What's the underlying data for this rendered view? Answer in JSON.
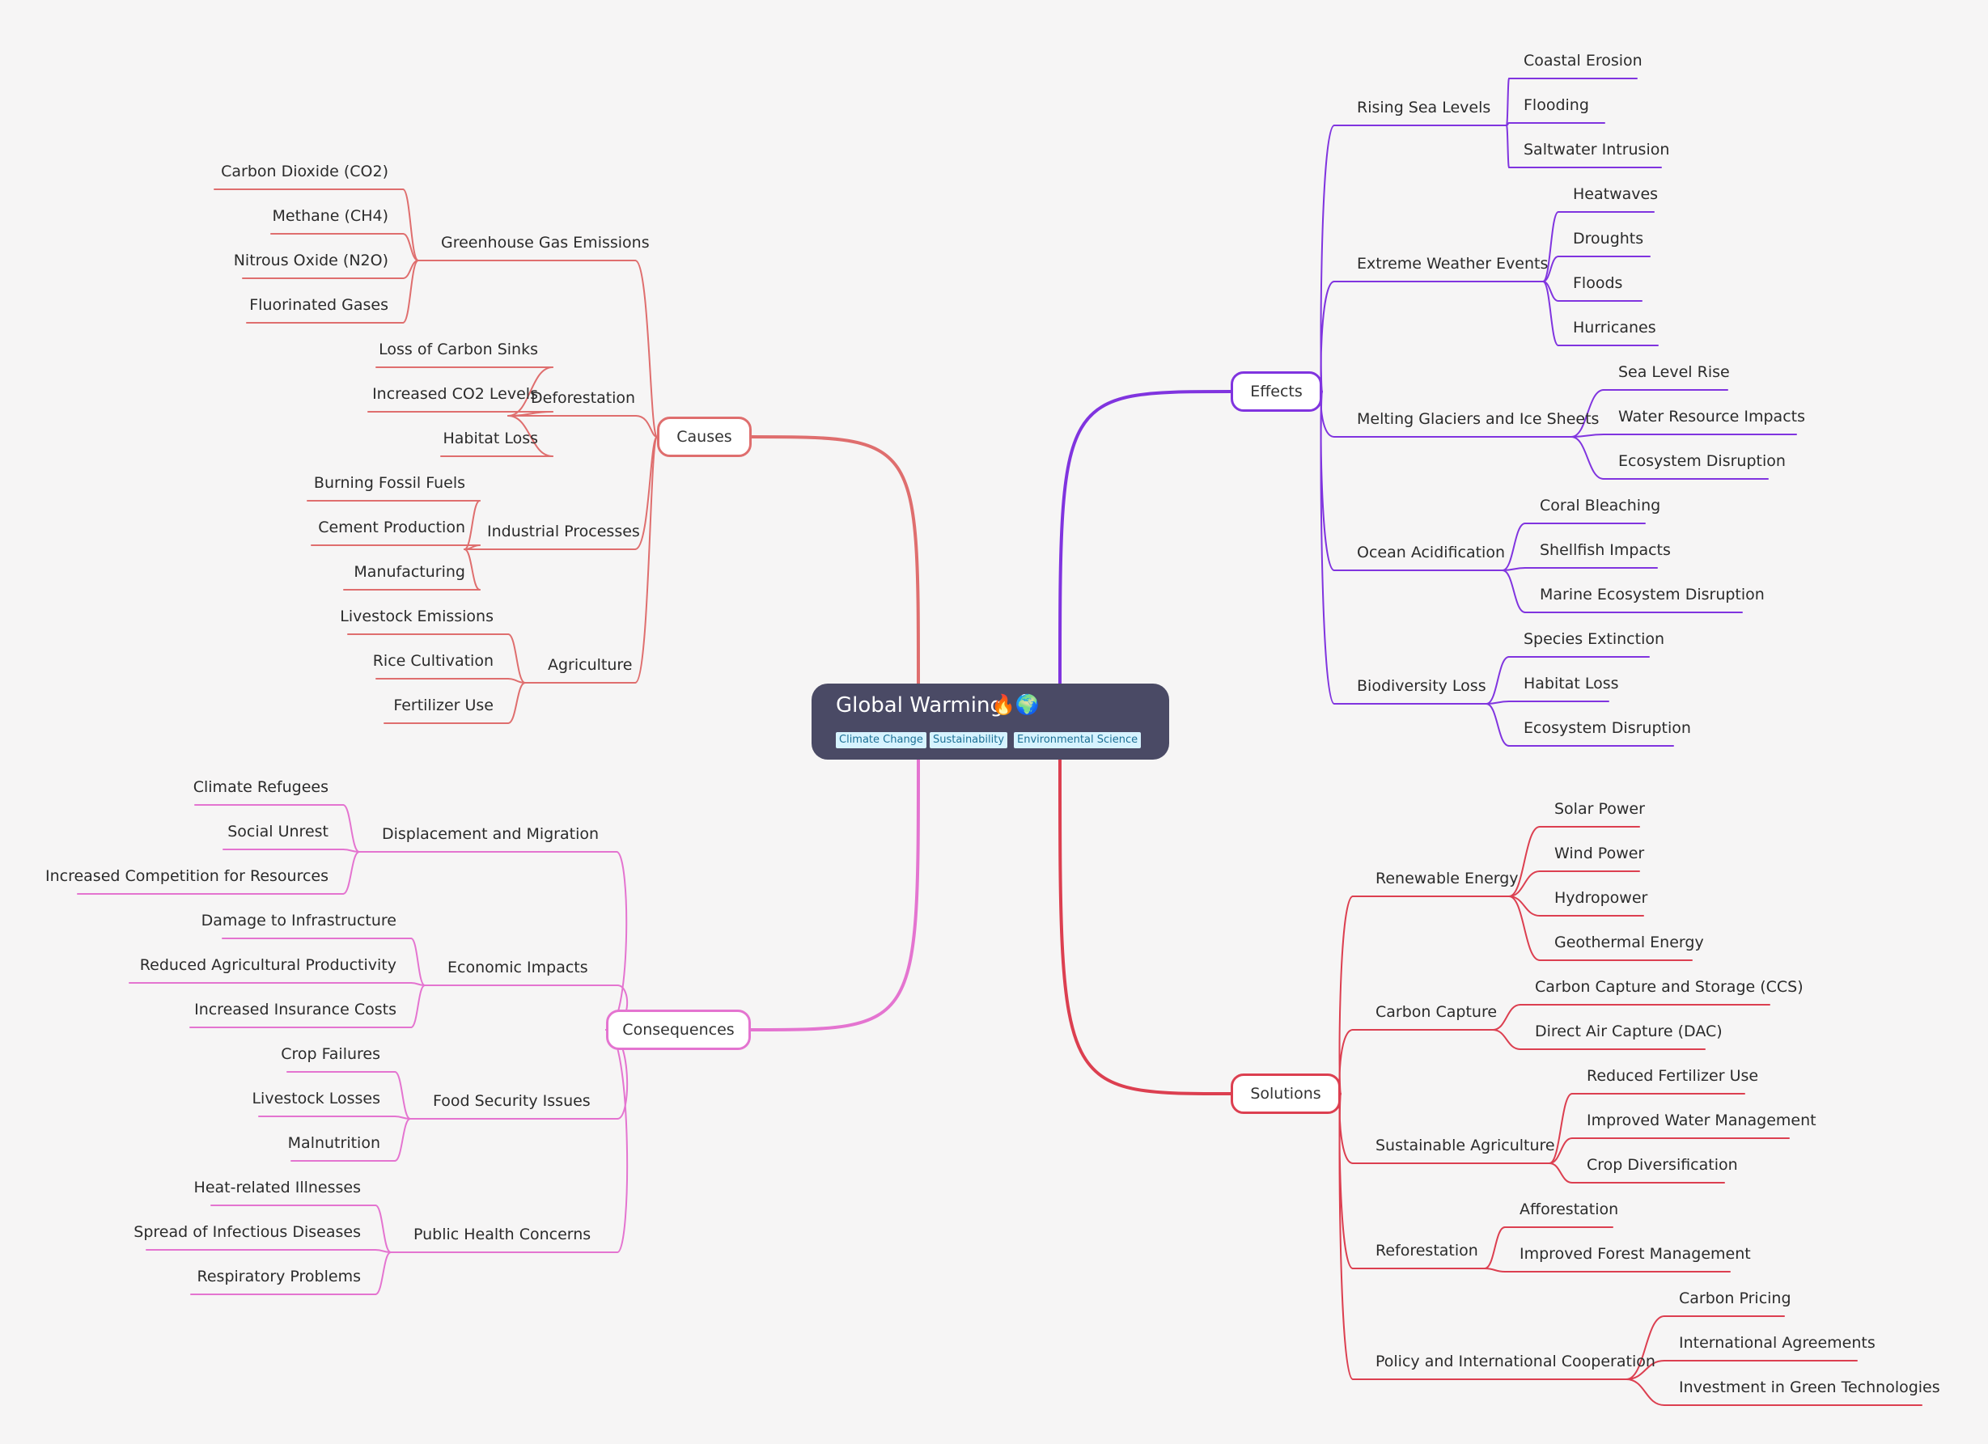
{
  "root": {
    "title": "Global Warming",
    "emoji": "🔥🌍",
    "tags": [
      "Climate Change",
      "Sustainability",
      "Environmental Science"
    ]
  },
  "branches": [
    {
      "label": "Causes",
      "color": "#df6e6e",
      "children": [
        {
          "label": "Greenhouse Gas Emissions",
          "children": [
            "Carbon Dioxide (CO2)",
            "Methane (CH4)",
            "Nitrous Oxide (N2O)",
            "Fluorinated Gases"
          ]
        },
        {
          "label": "Deforestation",
          "children": [
            "Loss of Carbon Sinks",
            "Increased CO2 Levels",
            "Habitat Loss"
          ]
        },
        {
          "label": "Industrial Processes",
          "children": [
            "Burning Fossil Fuels",
            "Cement Production",
            "Manufacturing"
          ]
        },
        {
          "label": "Agriculture",
          "children": [
            "Livestock Emissions",
            "Rice Cultivation",
            "Fertilizer Use"
          ]
        }
      ]
    },
    {
      "label": "Consequences",
      "color": "#e474d0",
      "children": [
        {
          "label": "Displacement and Migration",
          "children": [
            "Climate Refugees",
            "Social Unrest",
            "Increased Competition for Resources"
          ]
        },
        {
          "label": "Economic Impacts",
          "children": [
            "Damage to Infrastructure",
            "Reduced Agricultural Productivity",
            "Increased Insurance Costs"
          ]
        },
        {
          "label": "Food Security Issues",
          "children": [
            "Crop Failures",
            "Livestock Losses",
            "Malnutrition"
          ]
        },
        {
          "label": "Public Health Concerns",
          "children": [
            "Heat-related Illnesses",
            "Spread of Infectious Diseases",
            "Respiratory Problems"
          ]
        }
      ]
    },
    {
      "label": "Effects",
      "color": "#8034df",
      "children": [
        {
          "label": "Rising Sea Levels",
          "children": [
            "Coastal Erosion",
            "Flooding",
            "Saltwater Intrusion"
          ]
        },
        {
          "label": "Extreme Weather Events",
          "children": [
            "Heatwaves",
            "Droughts",
            "Floods",
            "Hurricanes"
          ]
        },
        {
          "label": "Melting Glaciers and Ice Sheets",
          "children": [
            "Sea Level Rise",
            "Water Resource Impacts",
            "Ecosystem Disruption"
          ]
        },
        {
          "label": "Ocean Acidification",
          "children": [
            "Coral Bleaching",
            "Shellfish Impacts",
            "Marine Ecosystem Disruption"
          ]
        },
        {
          "label": "Biodiversity Loss",
          "children": [
            "Species Extinction",
            "Habitat Loss",
            "Ecosystem Disruption"
          ]
        }
      ]
    },
    {
      "label": "Solutions",
      "color": "#dc3f50",
      "children": [
        {
          "label": "Renewable Energy",
          "children": [
            "Solar Power",
            "Wind Power",
            "Hydropower",
            "Geothermal Energy"
          ]
        },
        {
          "label": "Carbon Capture",
          "children": [
            "Carbon Capture and Storage (CCS)",
            "Direct Air Capture (DAC)"
          ]
        },
        {
          "label": "Sustainable Agriculture",
          "children": [
            "Reduced Fertilizer Use",
            "Improved Water Management",
            "Crop Diversification"
          ]
        },
        {
          "label": "Reforestation",
          "children": [
            "Afforestation",
            "Improved Forest Management"
          ]
        },
        {
          "label": "Policy and International Cooperation",
          "children": [
            "Carbon Pricing",
            "International Agreements",
            "Investment in Green Technologies"
          ]
        }
      ]
    }
  ]
}
